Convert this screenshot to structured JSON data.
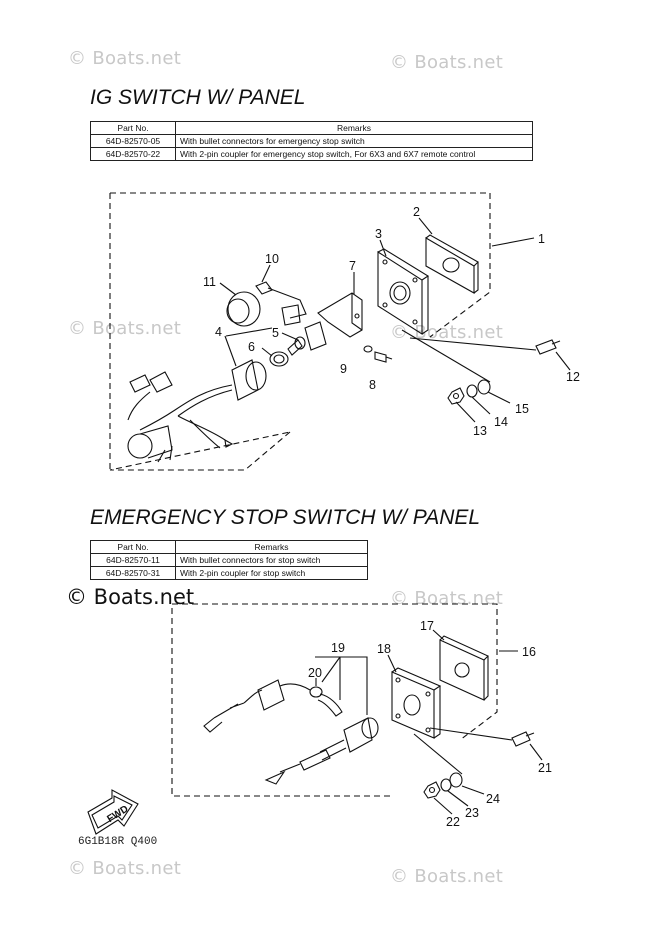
{
  "watermark": "© Boats.net",
  "sections": [
    {
      "title": "IG SWITCH W/ PANEL",
      "table": {
        "headers": [
          "Part No.",
          "Remarks"
        ],
        "rows": [
          [
            "64D-82570-05",
            "With bullet connectors for emergency stop switch"
          ],
          [
            "64D-82570-22",
            "With 2-pin coupler for emergency stop switch, For 6X3 and 6X7 remote control"
          ]
        ]
      },
      "callouts": [
        "1",
        "2",
        "3",
        "4",
        "5",
        "6",
        "7",
        "8",
        "9",
        "10",
        "11",
        "12",
        "13",
        "14",
        "15"
      ]
    },
    {
      "title": "EMERGENCY STOP SWITCH W/ PANEL",
      "table": {
        "headers": [
          "Part No.",
          "Remarks"
        ],
        "rows": [
          [
            "64D-82570-11",
            "With bullet connectors for stop switch"
          ],
          [
            "64D-82570-31",
            "With 2-pin coupler for stop switch"
          ]
        ]
      },
      "callouts": [
        "16",
        "17",
        "18",
        "19",
        "20",
        "21",
        "22",
        "23",
        "24"
      ]
    }
  ],
  "fwd_label": "FWD",
  "drawing_code": "6G1B18R Q400"
}
